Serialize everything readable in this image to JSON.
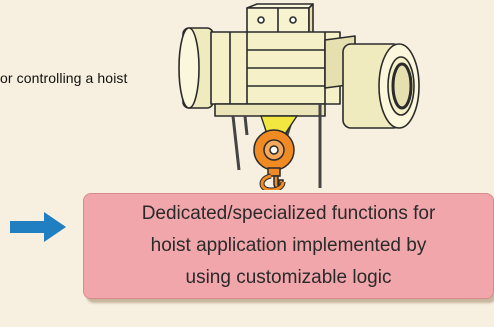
{
  "description_text": "or controlling a hoist",
  "callout": {
    "lines": [
      "Dedicated/specialized functions for",
      "hoist application implemented by",
      "using customizable logic"
    ]
  },
  "colors": {
    "background": "#f7efdf",
    "callout_fill": "#f1a6ab",
    "arrow": "#1f7fc1",
    "hook": "#f08a23",
    "hoist_body": "#f5f0c8"
  },
  "icons": {
    "arrow": "right-arrow-icon",
    "hoist": "electric-hoist-icon"
  }
}
